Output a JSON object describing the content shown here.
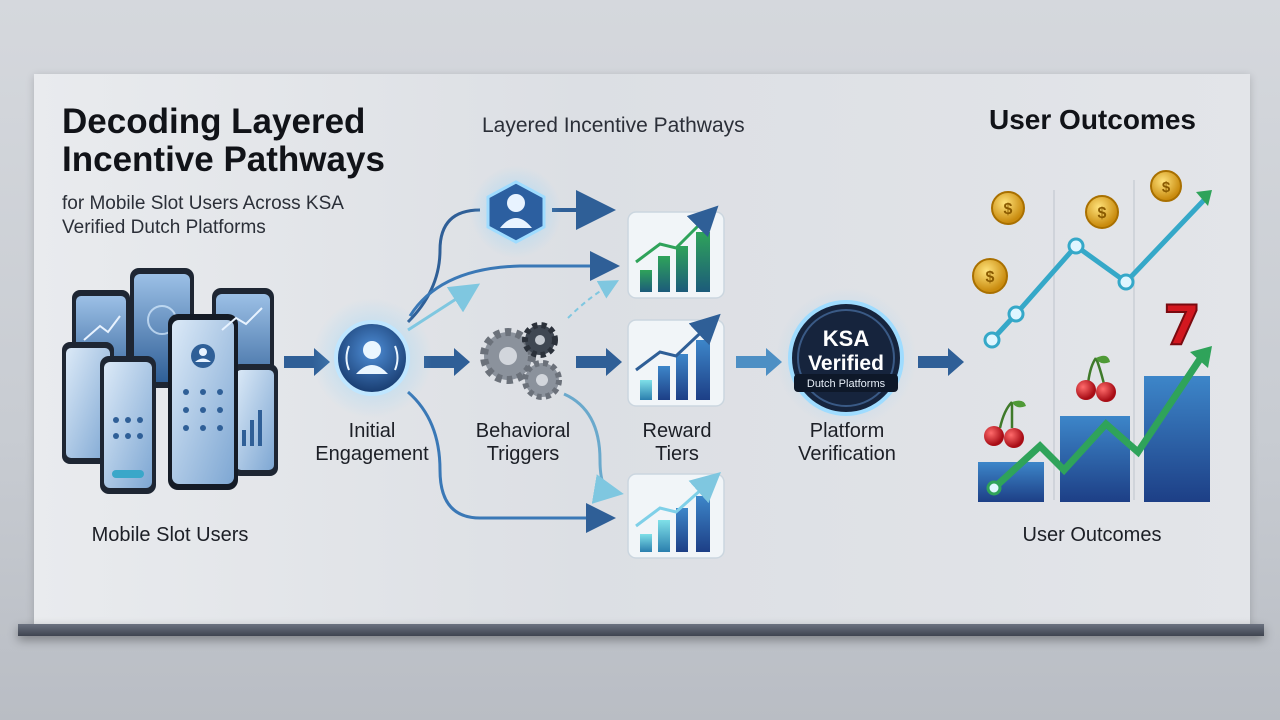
{
  "header": {
    "title": "Decoding Layered Incentive Pathways",
    "subtitle": "for Mobile Slot Users Across KSA Verified Dutch Platforms"
  },
  "pathways_label": "Layered Incentive Pathways",
  "outcomes_title": "User Outcomes",
  "stages": {
    "users": "Mobile Slot Users",
    "engagement": "Initial Engagement",
    "triggers": "Behavioral Triggers",
    "tiers": "Reward Tiers",
    "verification": "Platform Verification",
    "outcomes": "User Outcomes"
  },
  "badge": {
    "line1": "KSA",
    "line2": "Verified",
    "line3": "Dutch Platforms"
  },
  "colors": {
    "accent_blue": "#2f6fb0",
    "accent_green": "#2fa35a",
    "teal": "#3aa7c9",
    "badge_navy": "#16243d",
    "coin_gold": "#e0a91a",
    "seven_red": "#d3171f"
  },
  "icons": [
    "smartphone-icon",
    "user-icon",
    "gears-icon",
    "bar-chart-icon",
    "coin-icon",
    "cherry-icon",
    "seven-icon",
    "arrow-icon"
  ]
}
